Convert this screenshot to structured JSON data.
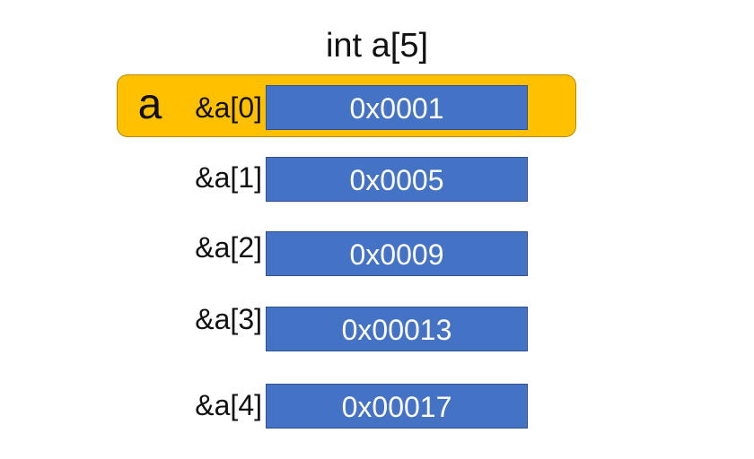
{
  "title": "int a[5]",
  "variable_name": "a",
  "elements": [
    {
      "label": "&a[0]",
      "value": "0x0001"
    },
    {
      "label": "&a[1]",
      "value": "0x0005"
    },
    {
      "label": "&a[2]",
      "value": "0x0009"
    },
    {
      "label": "&a[3]",
      "value": "0x00013"
    },
    {
      "label": "&a[4]",
      "value": "0x00017"
    }
  ],
  "colors": {
    "cell_fill": "#4472c4",
    "highlight_fill": "#ffc000",
    "text": "#111111",
    "cell_text": "#ffffff"
  }
}
